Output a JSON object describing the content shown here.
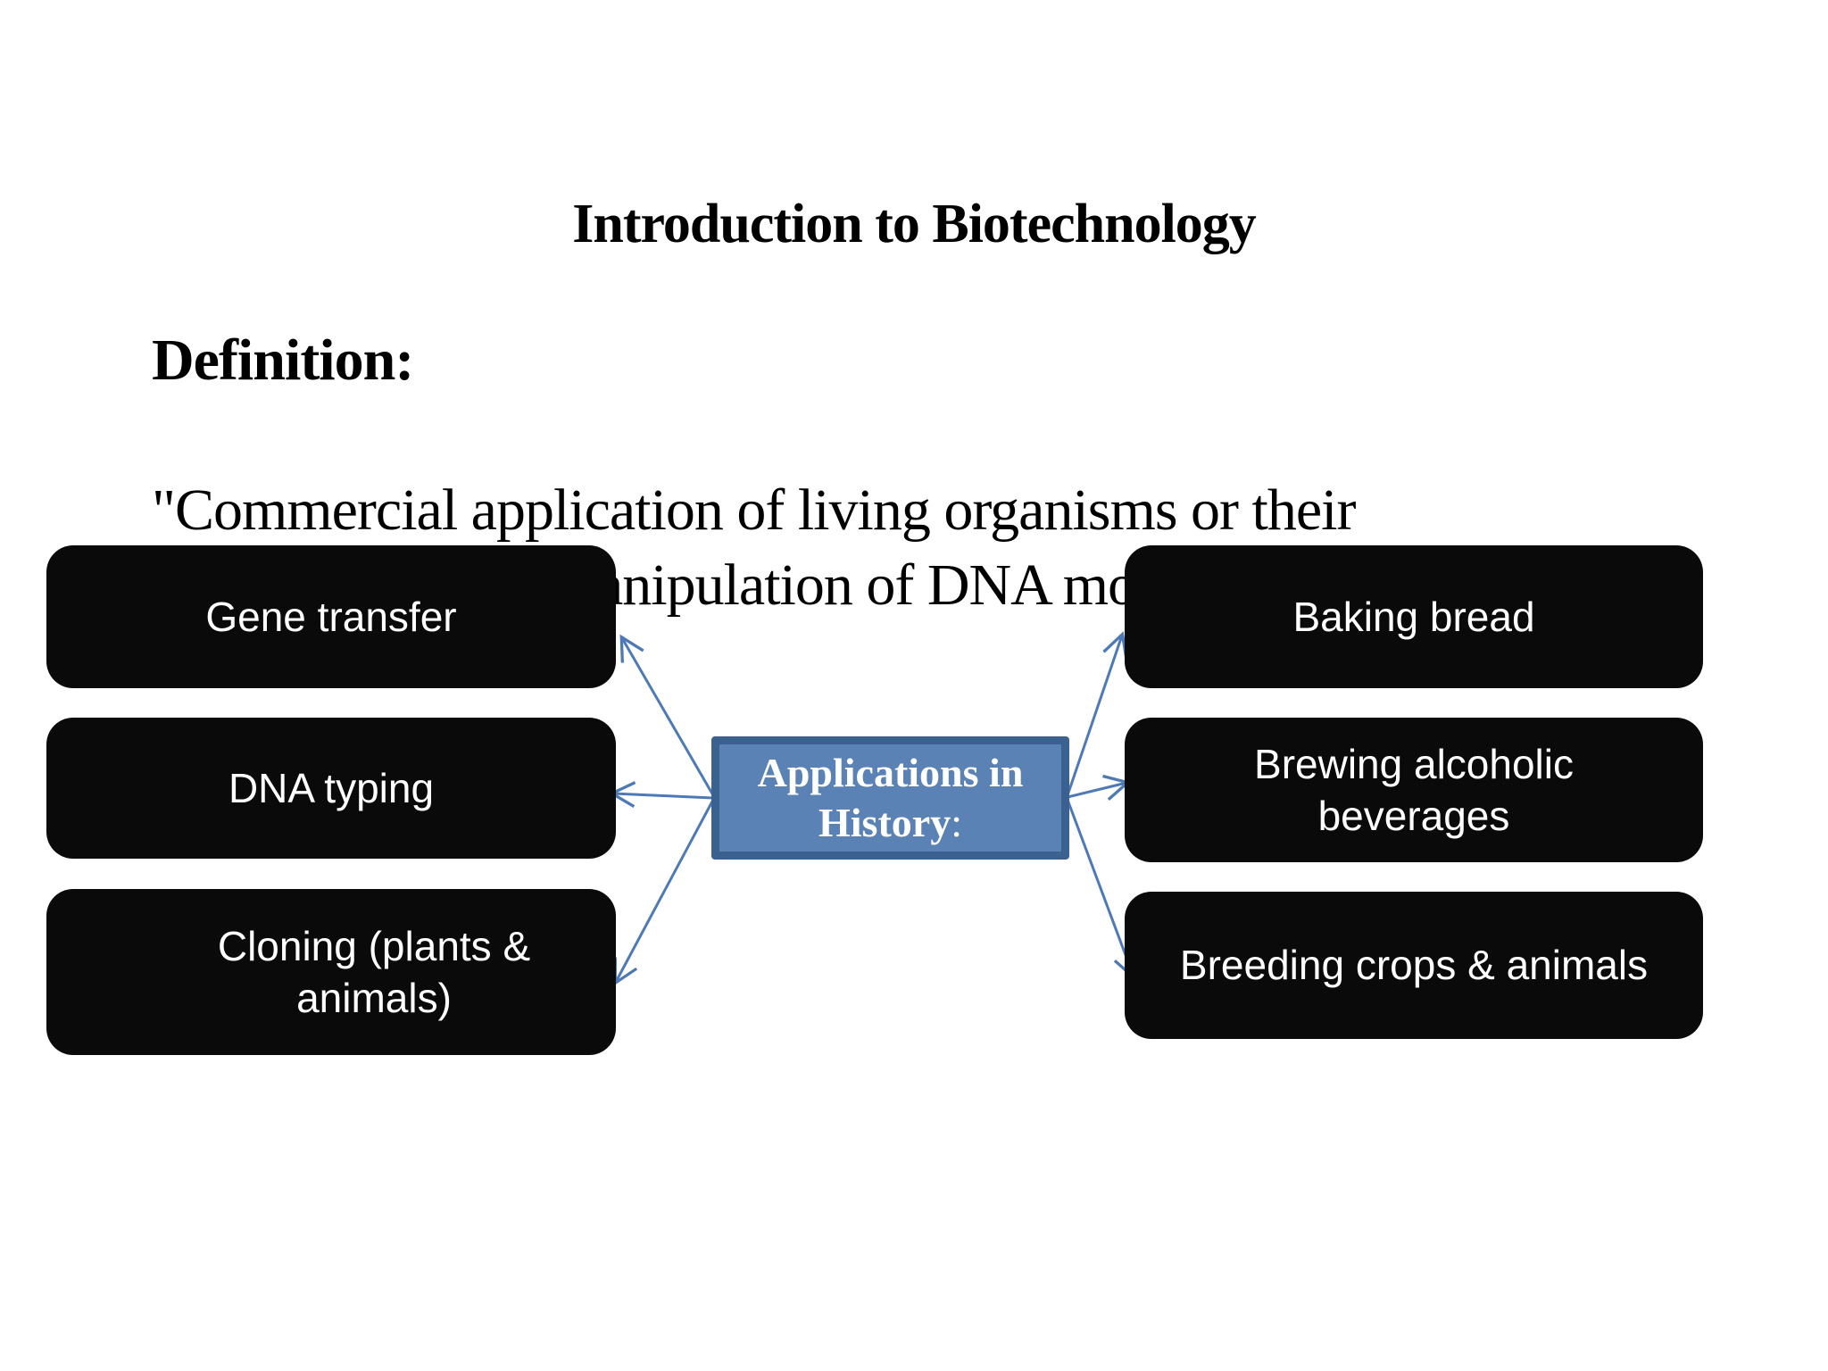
{
  "slide": {
    "title": "Introduction to Biotechnology",
    "definition": {
      "heading": "Definition:",
      "lines": [
        "\"Commercial application of living organisms or their",
        "products through manipulation of DNA molecules.\""
      ]
    },
    "center_node": {
      "line1": "Applications in",
      "line2": "History",
      "colon": ":"
    },
    "left_nodes": [
      {
        "id": "gene-transfer",
        "lines": [
          "Gene transfer"
        ]
      },
      {
        "id": "dna-typing",
        "lines": [
          "DNA typing"
        ]
      },
      {
        "id": "cloning-plants-animals",
        "lines": [
          "Cloning (plants &",
          "animals)"
        ]
      }
    ],
    "right_nodes": [
      {
        "id": "baking-bread",
        "lines": [
          "Baking bread"
        ]
      },
      {
        "id": "brewing-alcoholic-beverages",
        "lines": [
          "Brewing alcoholic",
          "beverages"
        ]
      },
      {
        "id": "breeding-crops-animals",
        "lines": [
          "Breeding crops & animals"
        ]
      }
    ],
    "colors": {
      "background": "#ffffff",
      "text": "#000000",
      "node_fill": "#0a0a0a",
      "node_text": "#ffffff",
      "center_fill": "#5b82b5",
      "center_border": "#3a618f",
      "center_text": "#ffffff",
      "arrow": "#4d7ab6"
    }
  }
}
